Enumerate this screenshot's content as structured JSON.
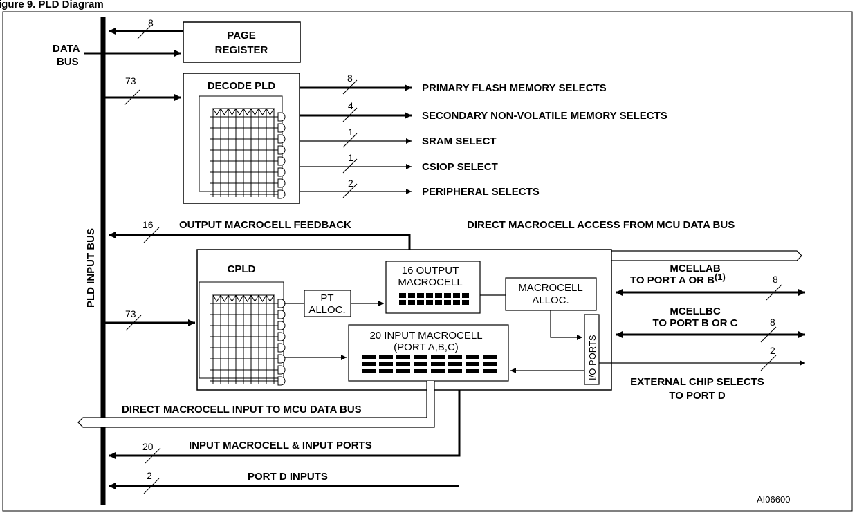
{
  "figure_title": "igure 9. PLD Diagram",
  "figure_id": "AI06600",
  "bus": {
    "label": "PLD INPUT BUS",
    "data_bus_line1": "DATA",
    "data_bus_line2": "BUS"
  },
  "page_register": {
    "line1": "PAGE",
    "line2": "REGISTER",
    "width": "8"
  },
  "decode_pld": {
    "title": "DECODE PLD",
    "input_width": "73",
    "outputs": [
      {
        "label": "PRIMARY FLASH MEMORY SELECTS",
        "width": "8"
      },
      {
        "label": "SECONDARY NON-VOLATILE MEMORY SELECTS",
        "width": "4"
      },
      {
        "label": "SRAM SELECT",
        "width": "1"
      },
      {
        "label": "CSIOP SELECT",
        "width": "1"
      },
      {
        "label": "PERIPHERAL SELECTS",
        "width": "2"
      }
    ]
  },
  "feedback": {
    "label": "OUTPUT MACROCELL FEEDBACK",
    "width": "16"
  },
  "direct_access": {
    "label": "DIRECT MACROCELL ACCESS FROM MCU DATA BUS"
  },
  "cpld": {
    "title": "CPLD",
    "input_width": "73",
    "pt_alloc_line1": "PT",
    "pt_alloc_line2": "ALLOC.",
    "output_macrocell_line1": "16 OUTPUT",
    "output_macrocell_line2": "MACROCELL",
    "macrocell_alloc_line1": "MACROCELL",
    "macrocell_alloc_line2": "ALLOC.",
    "input_macrocell_line1": "20 INPUT MACROCELL",
    "input_macrocell_line2": "(PORT A,B,C)",
    "io_ports": "I/O PORTS"
  },
  "right_ports": {
    "mcellab_line1": "MCELLAB",
    "mcellab_line2": "TO PORT A OR B",
    "mcellab_note": "(1)",
    "mcellab_width": "8",
    "mcellbc_line1": "MCELLBC",
    "mcellbc_line2": "TO PORT B OR C",
    "mcellbc_width": "8",
    "ext_width": "2",
    "ext_line1": "EXTERNAL CHIP SELECTS",
    "ext_line2": "TO PORT D"
  },
  "direct_input": {
    "label": "DIRECT MACROCELL INPUT TO MCU DATA BUS"
  },
  "input_ports": {
    "label": "INPUT MACROCELL & INPUT PORTS",
    "width": "20"
  },
  "port_d": {
    "label": "PORT D INPUTS",
    "width": "2"
  }
}
